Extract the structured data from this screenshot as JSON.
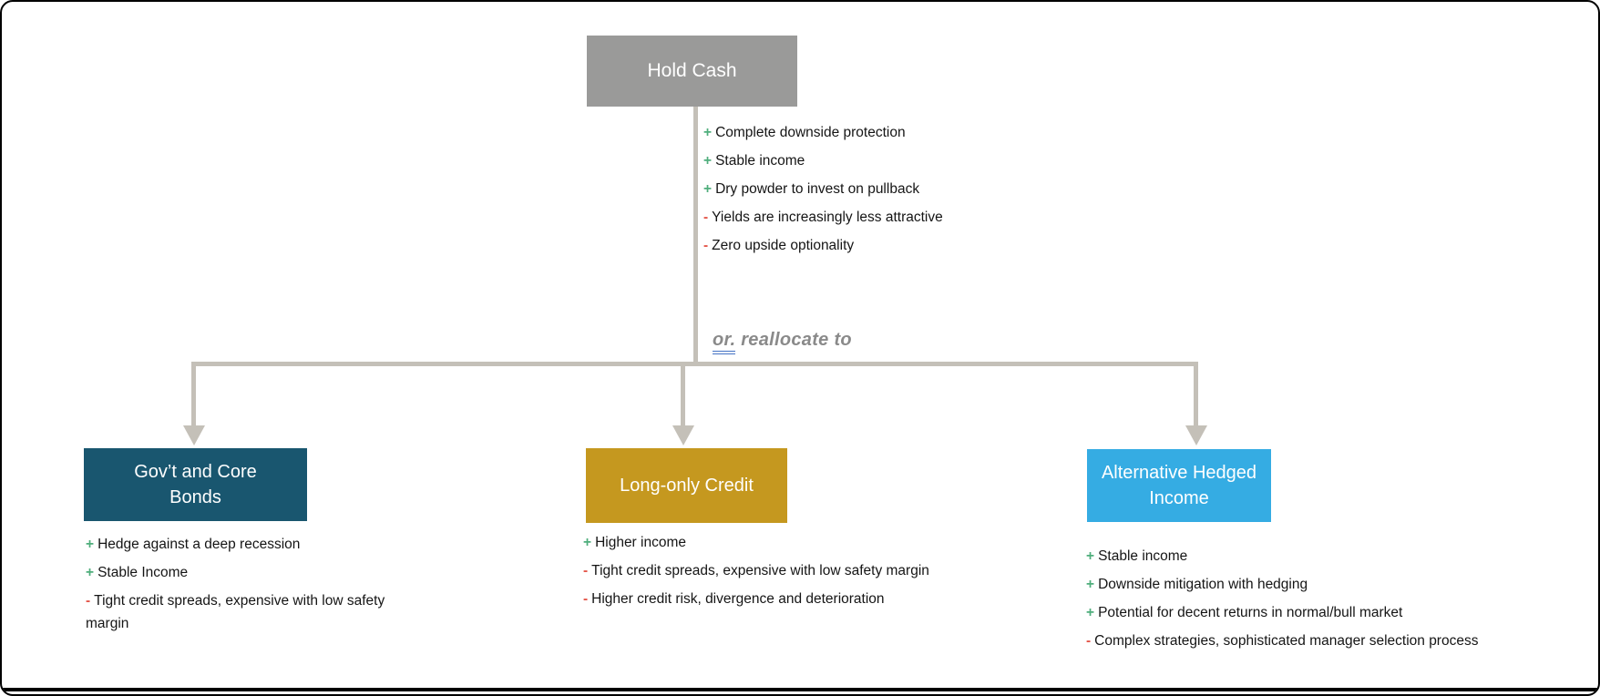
{
  "palette": {
    "hold_box": "#9A9A99",
    "bonds_box": "#19566F",
    "credit_box": "#C5981F",
    "alt_box": "#35ACE3",
    "connector_line": "#C4C0B8",
    "pro_sign": "#4FAE7C",
    "con_sign": "#E4564A",
    "or_text": "#8A8A8A",
    "or_underline": "#4472C4"
  },
  "hold_cash": {
    "title": "Hold Cash",
    "items": [
      {
        "sign": "+",
        "kind": "pro",
        "text": "Complete downside protection"
      },
      {
        "sign": "+",
        "kind": "pro",
        "text": "Stable income"
      },
      {
        "sign": "+",
        "kind": "pro",
        "text": "Dry powder to invest on pullback"
      },
      {
        "sign": "-",
        "kind": "con",
        "text": "Yields are increasingly less attractive"
      },
      {
        "sign": "-",
        "kind": "con",
        "text": "Zero upside optionality"
      }
    ]
  },
  "or_label": {
    "underlined": "or.",
    "rest": "reallocate to"
  },
  "branches": [
    {
      "title": "Gov’t and Core Bonds",
      "items": [
        {
          "sign": "+",
          "kind": "pro",
          "text": "Hedge against a deep recession"
        },
        {
          "sign": "+",
          "kind": "pro",
          "text": "Stable Income"
        },
        {
          "sign": "-",
          "kind": "con",
          "text": "Tight credit spreads, expensive with low safety margin"
        }
      ]
    },
    {
      "title": "Long-only Credit",
      "items": [
        {
          "sign": "+",
          "kind": "pro",
          "text": "Higher income"
        },
        {
          "sign": "-",
          "kind": "con",
          "text": "Tight credit spreads, expensive with low safety margin"
        },
        {
          "sign": "-",
          "kind": "con",
          "text": "Higher credit risk, divergence and deterioration"
        }
      ]
    },
    {
      "title": "Alternative Hedged Income",
      "items": [
        {
          "sign": "+",
          "kind": "pro",
          "text": "Stable income"
        },
        {
          "sign": "+",
          "kind": "pro",
          "text": "Downside mitigation with hedging"
        },
        {
          "sign": "+",
          "kind": "pro",
          "text": "Potential for decent returns in normal/bull market"
        },
        {
          "sign": "-",
          "kind": "con",
          "text": "Complex strategies, sophisticated manager selection process"
        }
      ]
    }
  ]
}
